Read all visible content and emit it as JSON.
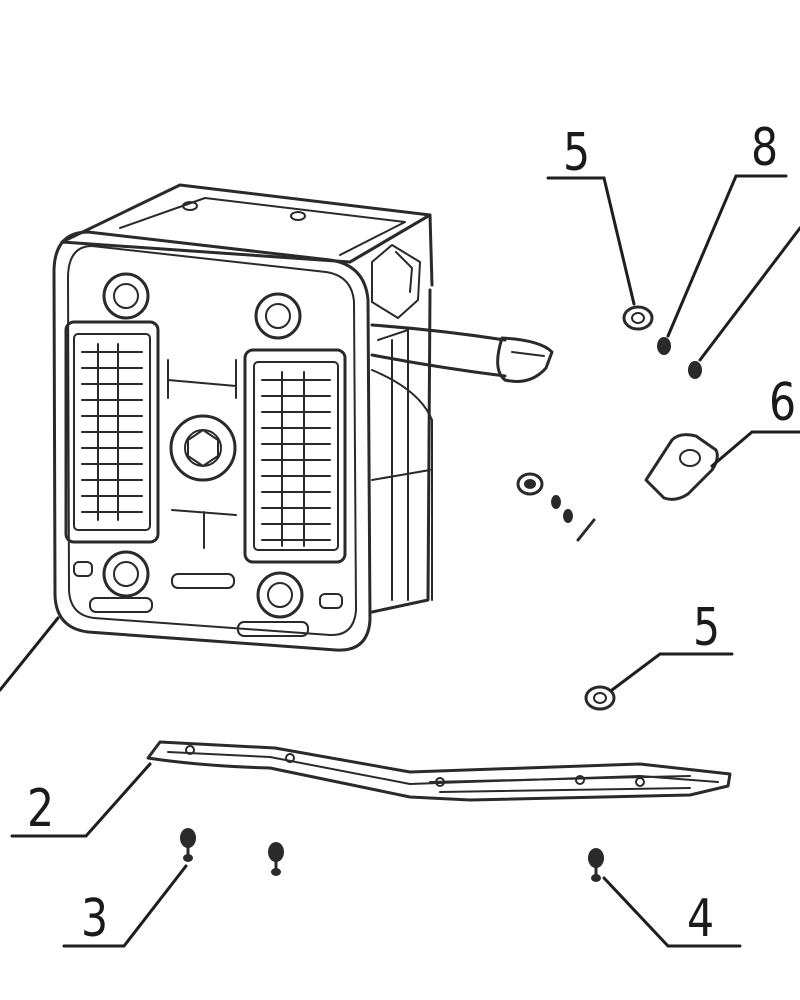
{
  "callouts": {
    "part_2": "2",
    "part_3": "3",
    "part_4": "4",
    "part_5_top": "5",
    "part_5_bottom": "5",
    "part_6": "6",
    "part_8": "8"
  },
  "colors": {
    "line": "#2a2a2a",
    "background": "#ffffff"
  }
}
